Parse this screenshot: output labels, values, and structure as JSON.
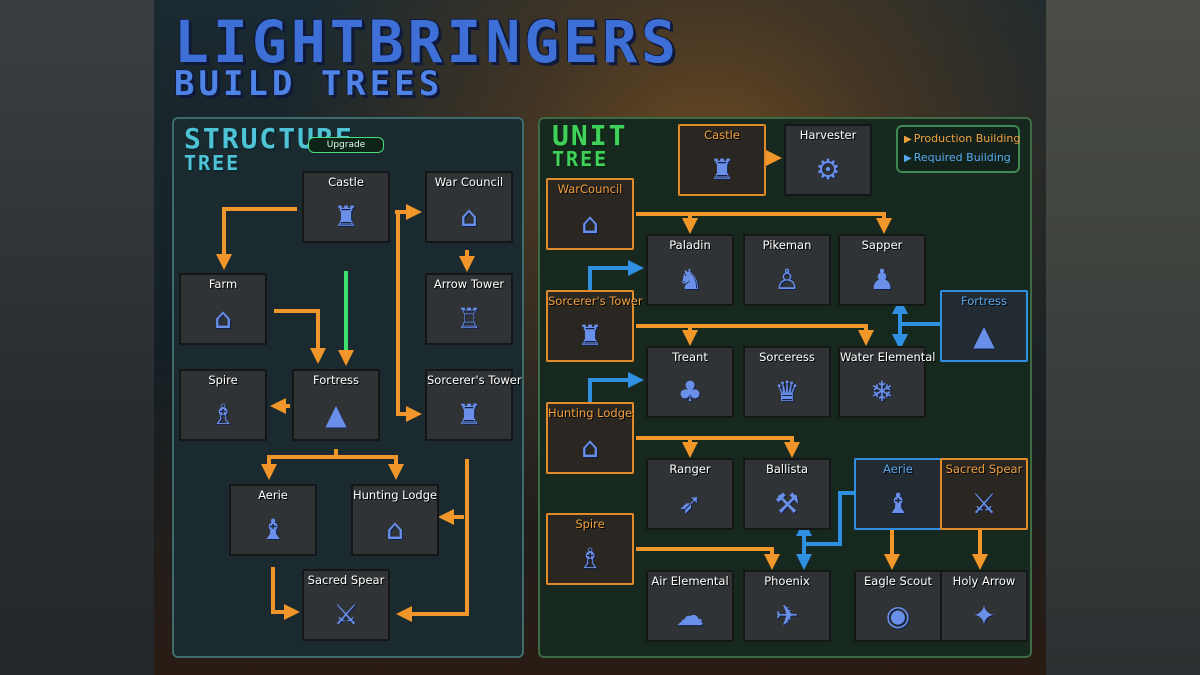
{
  "header": {
    "title": "LIGHTBRINGERS",
    "subtitle": "BUILD TREES"
  },
  "structure_tree": {
    "heading_a": "STRUCTURE",
    "heading_b": "TREE",
    "upgrade_label": "Upgrade",
    "nodes": {
      "castle": "Castle",
      "war_council": "War Council",
      "farm": "Farm",
      "arrow_tower": "Arrow Tower",
      "spire": "Spire",
      "fortress": "Fortress",
      "sorcerers_tower": "Sorcerer's Tower",
      "aerie": "Aerie",
      "hunting_lodge": "Hunting Lodge",
      "sacred_spear": "Sacred Spear"
    }
  },
  "unit_tree": {
    "heading_a": "UNIT",
    "heading_b": "TREE",
    "legend": {
      "production": "Production Building",
      "required": "Required Building"
    },
    "nodes": {
      "castle": "Castle",
      "harvester": "Harvester",
      "war_council": "WarCouncil",
      "paladin": "Paladin",
      "pikeman": "Pikeman",
      "sapper": "Sapper",
      "sorcerers_tower": "Sorcerer's Tower",
      "fortress": "Fortress",
      "treant": "Treant",
      "sorceress": "Sorceress",
      "water_elemental": "Water Elemental",
      "hunting_lodge": "Hunting Lodge",
      "ranger": "Ranger",
      "ballista": "Ballista",
      "aerie": "Aerie",
      "sacred_spear": "Sacred Spear",
      "spire": "Spire",
      "air_elemental": "Air Elemental",
      "phoenix": "Phoenix",
      "eagle_scout": "Eagle Scout",
      "holy_arrow": "Holy Arrow"
    }
  },
  "colors": {
    "production_arrow": "#f0962a",
    "required_arrow": "#2f8fe0",
    "upgrade_arrow": "#3ee070"
  },
  "icons": {
    "building": "castle-icon",
    "unit": "unit-sprite-icon"
  }
}
